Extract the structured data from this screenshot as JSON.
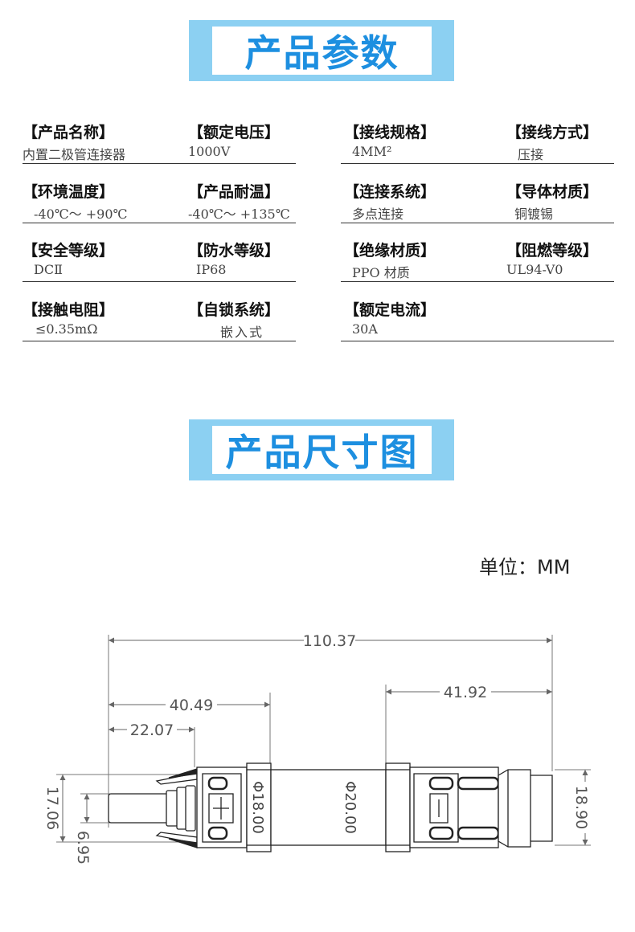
{
  "sections": {
    "params_title": "产品参数",
    "size_title": "产品尺寸图"
  },
  "params": [
    {
      "h1": "【产品名称】",
      "v1": "内置二极管连接器",
      "h2": "【额定电压】",
      "v2": "1000V"
    },
    {
      "h1": "【接线规格】",
      "v1": "4MM²",
      "h2": "【接线方式】",
      "v2": "压接"
    },
    {
      "h1": "【环境温度】",
      "v1": "-40℃～ +90℃",
      "h2": "【产品耐温】",
      "v2": "-40℃～ +135℃"
    },
    {
      "h1": "【连接系统】",
      "v1": "多点连接",
      "h2": "【导体材质】",
      "v2": "铜镀锡"
    },
    {
      "h1": "【安全等级】",
      "v1": "DCⅡ",
      "h2": "【防水等级】",
      "v2": "IP68"
    },
    {
      "h1": "【绝缘材质】",
      "v1": "PPO 材质",
      "h2": "【阻燃等级】",
      "v2": "UL94-V0"
    },
    {
      "h1": "【接触电阻】",
      "v1": "≤0.35mΩ",
      "h2": "【自锁系统】",
      "v2": "嵌入式"
    },
    {
      "h1": "【额定电流】",
      "v1": "30A",
      "h2": "",
      "v2": ""
    }
  ],
  "drawing": {
    "unit": "单位：MM",
    "dims": {
      "total_length": "110.37",
      "len_40": "40.49",
      "len_22": "22.07",
      "len_41": "41.92",
      "h_17": "17.06",
      "h_6": "6.95",
      "dia_18": "Φ18.00",
      "dia_20": "Φ20.00",
      "h_18_90": "18.90"
    }
  }
}
